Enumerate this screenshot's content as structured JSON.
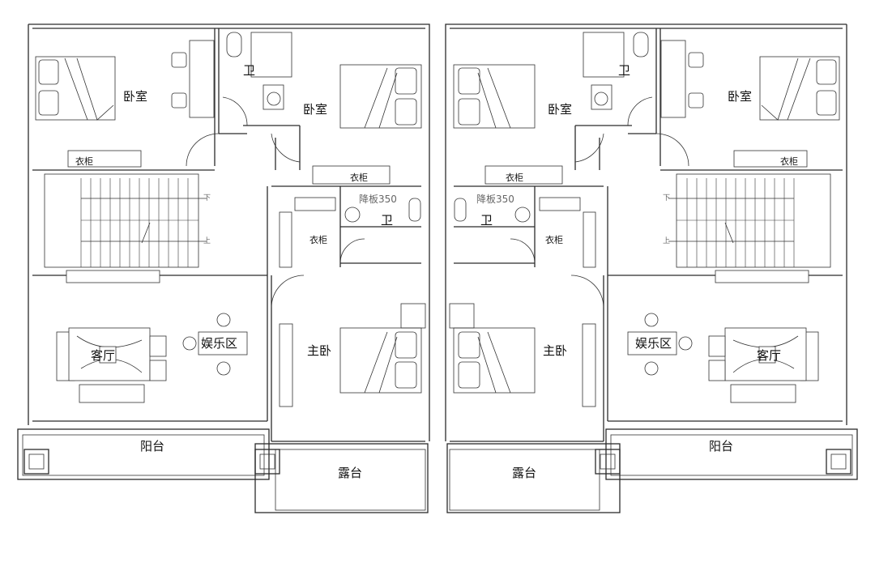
{
  "plan": {
    "left": {
      "bedroom_a": "卧室",
      "bathroom_a": "卫",
      "bedroom_b": "卧室",
      "wardrobe_a": "衣柜",
      "wardrobe_b": "衣柜",
      "wardrobe_c": "衣柜",
      "bathroom_b": "卫",
      "floor_drop": "降板350",
      "stair_down": "下",
      "stair_up": "上",
      "living_room": "客厅",
      "entertainment": "娱乐区",
      "master_bedroom": "主卧",
      "balcony": "阳台",
      "terrace": "露台"
    },
    "right": {
      "bedroom_a": "卧室",
      "bathroom_a": "卫",
      "bedroom_b": "卧室",
      "wardrobe_a": "衣柜",
      "wardrobe_b": "衣柜",
      "wardrobe_c": "衣柜",
      "bathroom_b": "卫",
      "floor_drop": "降板350",
      "stair_down": "下",
      "stair_up": "上",
      "living_room": "客厅",
      "entertainment": "娱乐区",
      "master_bedroom": "主卧",
      "balcony": "阳台",
      "terrace": "露台"
    }
  }
}
